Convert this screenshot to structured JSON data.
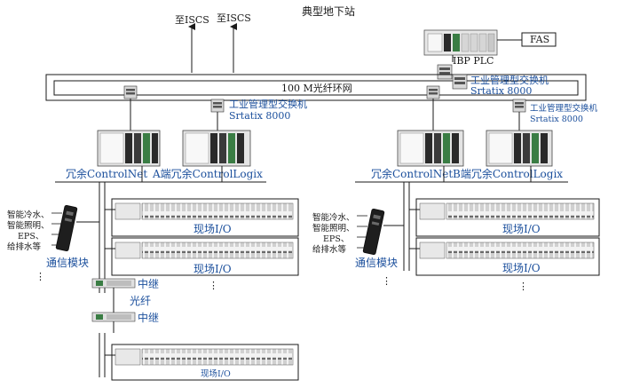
{
  "title": "典型地下站",
  "top_arrows": {
    "left": "至ISCS",
    "right": "至ISCS"
  },
  "ibp": {
    "plc_label": "IBP PLC",
    "fas_label": "FAS"
  },
  "ring": {
    "label": "100 M光纤环网"
  },
  "switch": {
    "line1": "工业管理型交换机",
    "line2": "Srtatix 8000"
  },
  "side_a": {
    "controlnet_label": "冗余ControlNet",
    "logix_label": "A端冗余ControlLogix",
    "subsystems": [
      "智能冷水、",
      "智能照明、",
      "EPS、",
      "给排水等"
    ],
    "comm_module": "通信模块",
    "field_io_1": "现场I/O",
    "field_io_2": "现场I/O",
    "field_io_3": "现场I/O",
    "repeater_1": "中继",
    "fiber": "光纤",
    "repeater_2": "中继",
    "ellipsis": "⋮"
  },
  "side_b": {
    "controlnet_label": "冗余ControlNet",
    "logix_label": "B端冗余ControlLogix",
    "subsystems": [
      "智能冷水、",
      "智能照明、",
      "EPS、",
      "给排水等"
    ],
    "comm_module": "通信模块",
    "field_io_1": "现场I/O",
    "field_io_2": "现场I/O",
    "ellipsis": "⋮"
  },
  "colors": {
    "text": "#1b4f9c",
    "line": "#1a1a1a",
    "device_body": "#e8e8e8",
    "device_dark": "#2a2a2a",
    "module_green": "#3a7d44"
  }
}
